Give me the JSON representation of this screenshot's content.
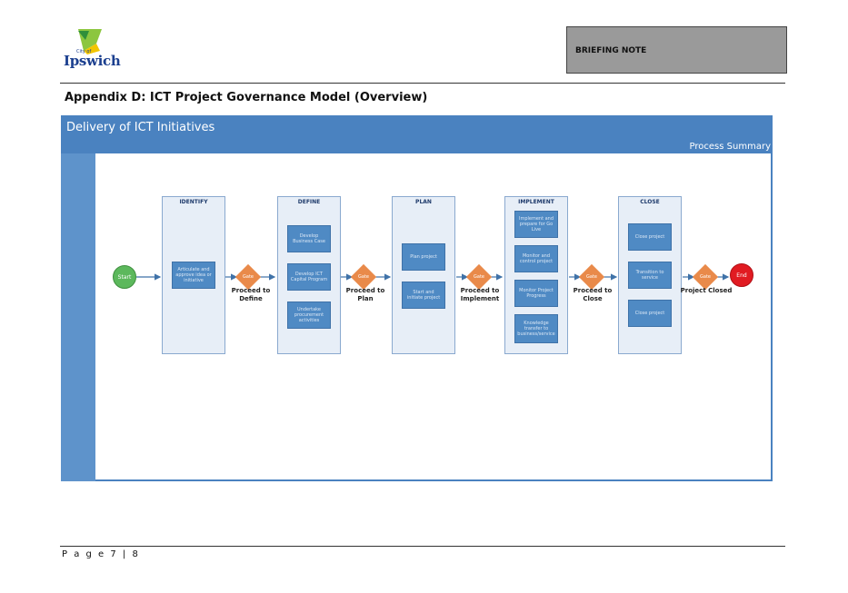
{
  "logo": {
    "small": "City of",
    "name": "Ipswich"
  },
  "header": {
    "briefing": "BRIEFING NOTE"
  },
  "heading": "Appendix D:  ICT Project Governance Model (Overview)",
  "diagram": {
    "title": "Delivery of ICT Initiatives",
    "subtitle": "Process Summary",
    "start": "Start",
    "end": "End",
    "gate_label": "Gate",
    "phases": [
      {
        "title": "IDENTIFY",
        "tasks": [
          "Articulate and approve idea or initiative"
        ]
      },
      {
        "title": "DEFINE",
        "tasks": [
          "Develop Business Case",
          "Develop ICT Capital Program",
          "Undertake procurement activities"
        ]
      },
      {
        "title": "PLAN",
        "tasks": [
          "Plan project",
          "Start and initiate project"
        ]
      },
      {
        "title": "IMPLEMENT",
        "tasks": [
          "Implement and prepare for Go Live",
          "Monitor and control project",
          "Monitor Project Progress",
          "Knowledge transfer to business/service"
        ]
      },
      {
        "title": "CLOSE",
        "tasks": [
          "Close project",
          "Transition to service",
          "Close project"
        ]
      }
    ],
    "proceed": [
      "Proceed to Define",
      "Proceed to Plan",
      "Proceed to Implement",
      "Proceed to Close",
      "Project Closed"
    ]
  },
  "footer": "P a g e  7 | 8"
}
